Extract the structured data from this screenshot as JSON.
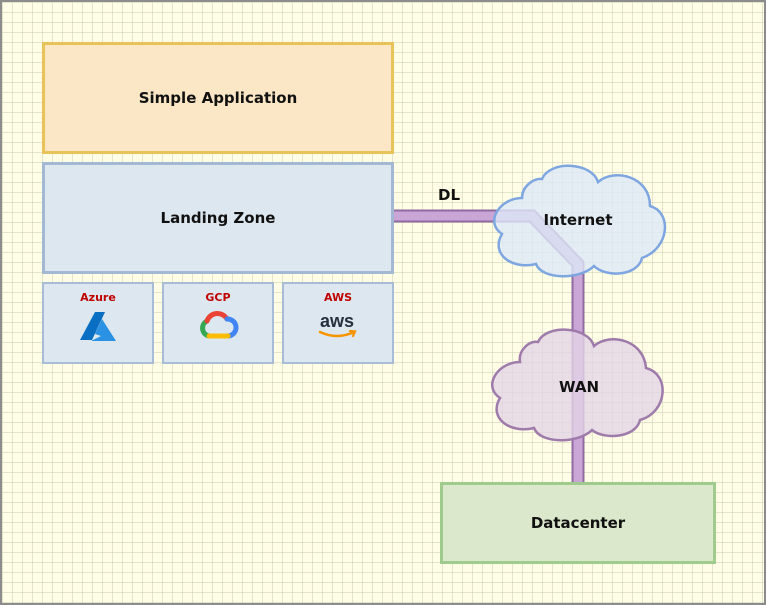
{
  "diagram": {
    "app_label": "Simple Application",
    "landing_zone_label": "Landing Zone",
    "providers": {
      "azure": "Azure",
      "gcp": "GCP",
      "aws": "AWS"
    },
    "aws_logo_text": "aws",
    "link_label": "DL",
    "internet_label": "Internet",
    "wan_label": "WAN",
    "datacenter_label": "Datacenter"
  },
  "colors": {
    "app_fill": "#fbe6c6",
    "landing_zone_fill": "#dde7ef",
    "datacenter_fill": "#dbe8cc",
    "internet_fill": "#dde9f8",
    "wan_fill": "#e3d4e6",
    "link": "#b594c4",
    "provider_label": "#c00000"
  }
}
